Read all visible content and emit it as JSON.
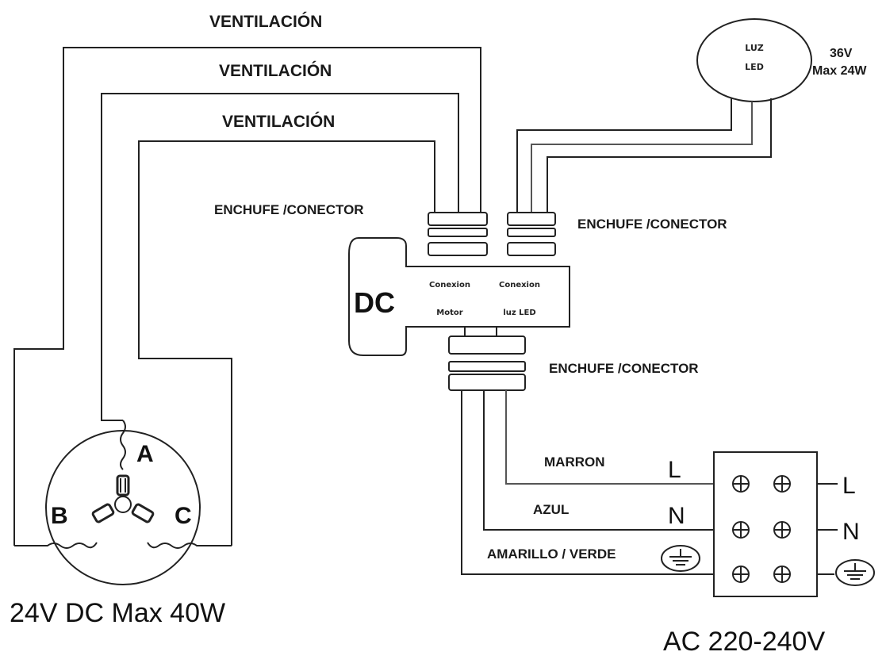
{
  "labels": {
    "ventilacion_1": "VENTILACIÓN",
    "ventilacion_2": "VENTILACIÓN",
    "ventilacion_3": "VENTILACIÓN",
    "enchufe_left": "ENCHUFE /CONECTOR",
    "enchufe_right": "ENCHUFE /CONECTOR",
    "enchufe_bottom": "ENCHUFE /CONECTOR",
    "led_line1": "LUZ",
    "led_line2": "LED",
    "led_spec_v": "36V",
    "led_spec_w": "Max 24W",
    "dc": "DC",
    "conn_motor_1": "Conexion",
    "conn_motor_2": "Motor",
    "conn_led_1": "Conexion",
    "conn_led_2": "luz LED",
    "motor_a": "A",
    "motor_b": "B",
    "motor_c": "C",
    "motor_spec": "24V DC Max 40W",
    "marron": "MARRON",
    "azul": "AZUL",
    "amarillo_verde": "AMARILLO / VERDE",
    "L_left": "L",
    "N_left": "N",
    "L_right": "L",
    "N_right": "N",
    "ac_spec": "AC 220-240V"
  },
  "colors": {
    "wire": "#222222",
    "background": "#ffffff"
  },
  "icons": {
    "ground": "ground-symbol-icon",
    "terminal": "screw-terminal-icon",
    "motor": "three-phase-motor-icon"
  }
}
